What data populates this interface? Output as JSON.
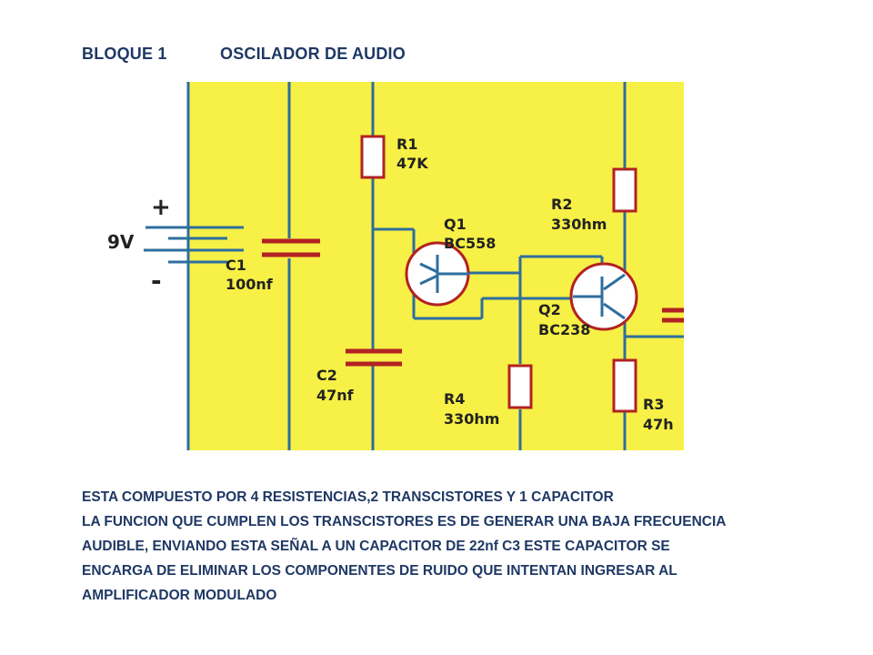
{
  "header": {
    "block_label": "BLOQUE 1",
    "block_title": "OSCILADOR DE AUDIO"
  },
  "schematic": {
    "background_color": "#f7f046",
    "wire_color": "#2e6e9e",
    "component_color": "#b22222",
    "label_color": "#222222",
    "battery": {
      "voltage": "9V",
      "plus": "+",
      "minus": "-"
    },
    "components": {
      "r1": {
        "name": "R1",
        "value": "47K"
      },
      "r2": {
        "name": "R2",
        "value": "330hm"
      },
      "r3": {
        "name": "R3",
        "value": "47h"
      },
      "r4": {
        "name": "R4",
        "value": "330hm"
      },
      "c1": {
        "name": "C1",
        "value": "100nf"
      },
      "c2": {
        "name": "C2",
        "value": "47nf"
      },
      "q1": {
        "name": "Q1",
        "value": "BC558"
      },
      "q2": {
        "name": "Q2",
        "value": "BC238"
      }
    }
  },
  "description": {
    "lines": [
      "ESTA COMPUESTO POR 4 RESISTENCIAS,2 TRANSCISTORES Y 1 CAPACITOR",
      "LA FUNCION QUE CUMPLEN LOS TRANSCISTORES ES DE GENERAR UNA BAJA FRECUENCIA",
      "AUDIBLE, ENVIANDO ESTA SEÑAL A UN CAPACITOR DE 22nf C3 ESTE CAPACITOR SE",
      "ENCARGA DE ELIMINAR LOS COMPONENTES DE RUIDO QUE INTENTAN INGRESAR AL",
      "AMPLIFICADOR MODULADO"
    ]
  }
}
